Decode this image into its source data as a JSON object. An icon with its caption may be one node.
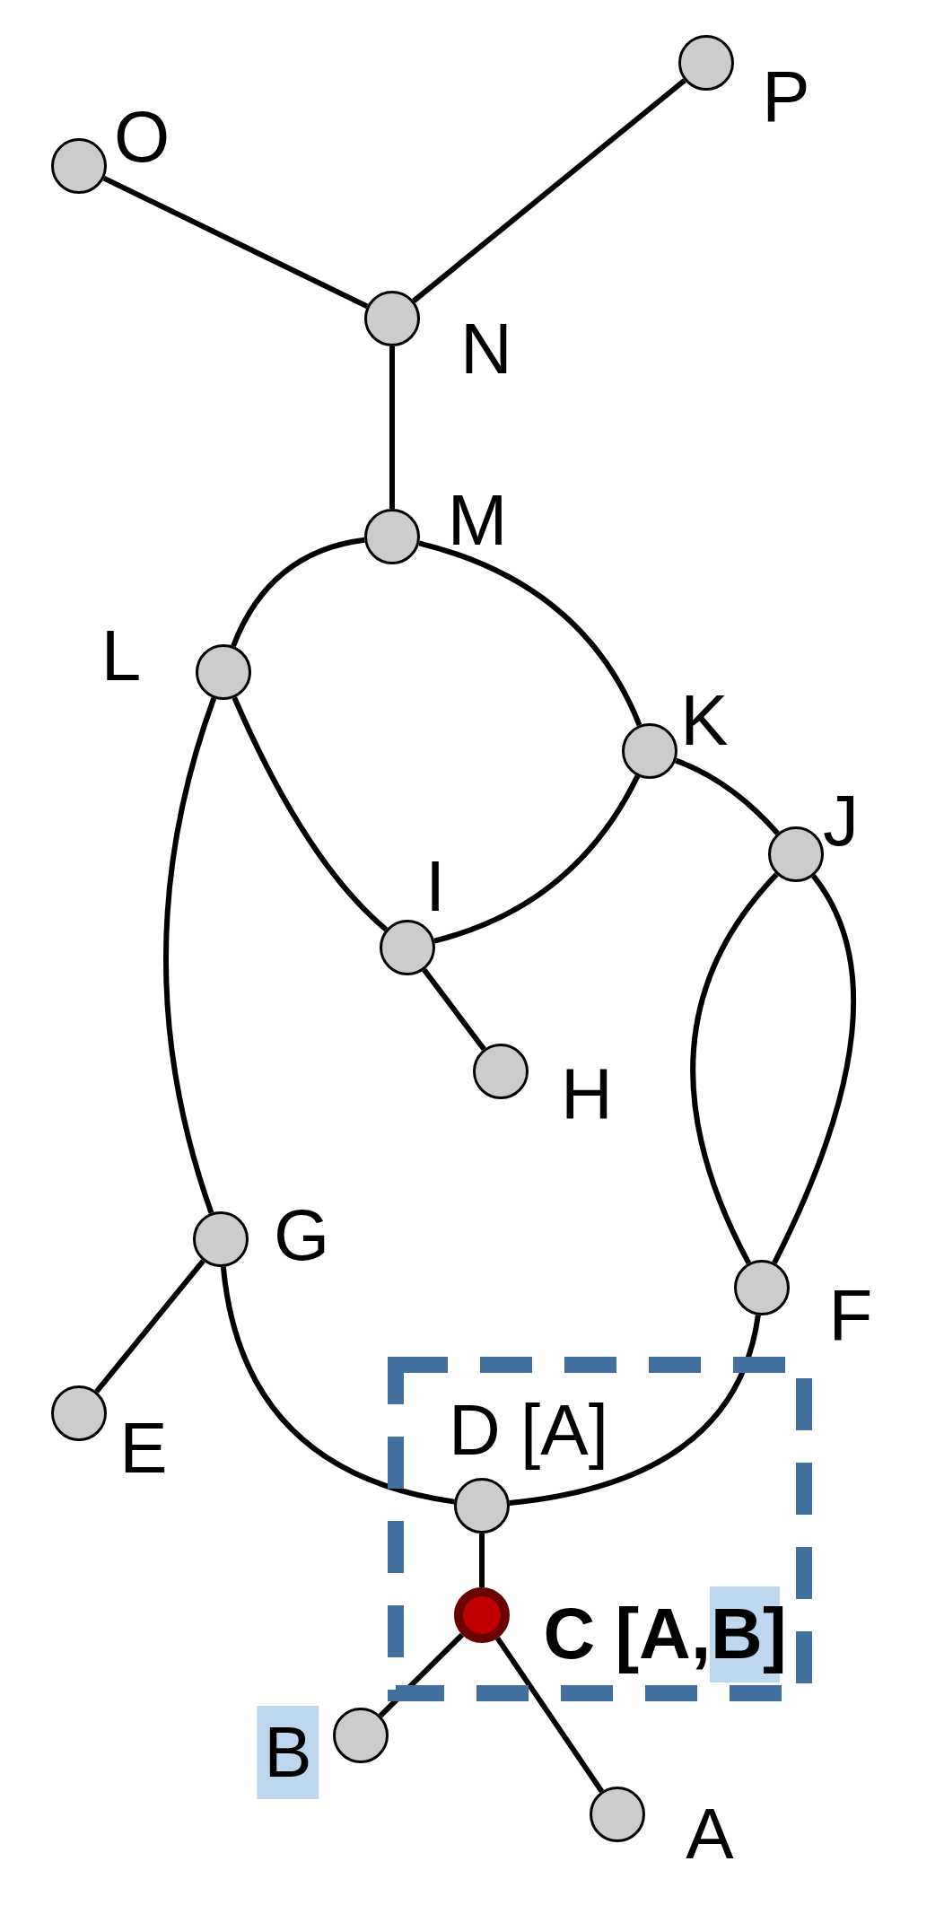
{
  "diagram": {
    "nodes": [
      {
        "text": [],
        "shape": "circle",
        "beside": [
          "O"
        ]
      },
      {
        "text": [],
        "shape": "circle",
        "beside": [
          "P"
        ]
      },
      {
        "text": [],
        "shape": "circle",
        "beside": [
          "N"
        ]
      },
      {
        "text": [],
        "shape": "circle",
        "beside": [
          "M"
        ]
      },
      {
        "text": [],
        "shape": "circle",
        "beside": [
          "L"
        ]
      },
      {
        "text": [],
        "shape": "circle",
        "beside": [
          "K"
        ]
      },
      {
        "text": [],
        "shape": "circle",
        "beside": [
          "J"
        ]
      },
      {
        "text": [],
        "shape": "circle",
        "beside": [
          "I"
        ]
      },
      {
        "text": [],
        "shape": "circle",
        "beside": [
          "H"
        ]
      },
      {
        "text": [],
        "shape": "circle",
        "beside": [
          "G"
        ]
      },
      {
        "text": [],
        "shape": "circle",
        "beside": [
          "F"
        ]
      },
      {
        "text": [],
        "shape": "circle",
        "beside": [
          "E"
        ]
      },
      {
        "text": [],
        "shape": "box"
      },
      {
        "text": [],
        "shape": "circle",
        "beside": [
          "D [A]"
        ],
        "in": 12
      },
      {
        "text": [],
        "shape": "circle",
        "beside": [
          "C [A,B]"
        ],
        "in": 12
      },
      {
        "text": [],
        "shape": "circle",
        "beside": [
          "B"
        ]
      },
      {
        "text": [],
        "shape": "circle",
        "beside": [
          "A"
        ]
      }
    ],
    "edges": [
      {
        "from": 0,
        "to": 2,
        "arrow": "none"
      },
      {
        "from": 1,
        "to": 2,
        "arrow": "none"
      },
      {
        "from": 2,
        "to": 3,
        "arrow": "none"
      },
      {
        "from": 3,
        "to": 4,
        "arrow": "none"
      },
      {
        "from": 3,
        "to": 5,
        "arrow": "none"
      },
      {
        "from": 4,
        "to": 7,
        "arrow": "none"
      },
      {
        "from": 5,
        "to": 7,
        "arrow": "none"
      },
      {
        "from": 5,
        "to": 6,
        "arrow": "none"
      },
      {
        "from": 7,
        "to": 8,
        "arrow": "none"
      },
      {
        "from": 4,
        "to": 9,
        "arrow": "none"
      },
      {
        "from": 6,
        "to": 10,
        "arrow": "none"
      },
      {
        "from": 6,
        "to": 10,
        "arrow": "none"
      },
      {
        "from": 9,
        "to": 11,
        "arrow": "none"
      },
      {
        "from": 9,
        "to": 13,
        "arrow": "none"
      },
      {
        "from": 10,
        "to": 13,
        "arrow": "none"
      },
      {
        "from": 13,
        "to": 14,
        "arrow": "none"
      },
      {
        "from": 14,
        "to": 15,
        "arrow": "none"
      },
      {
        "from": 14,
        "to": 16,
        "arrow": "none"
      }
    ]
  }
}
